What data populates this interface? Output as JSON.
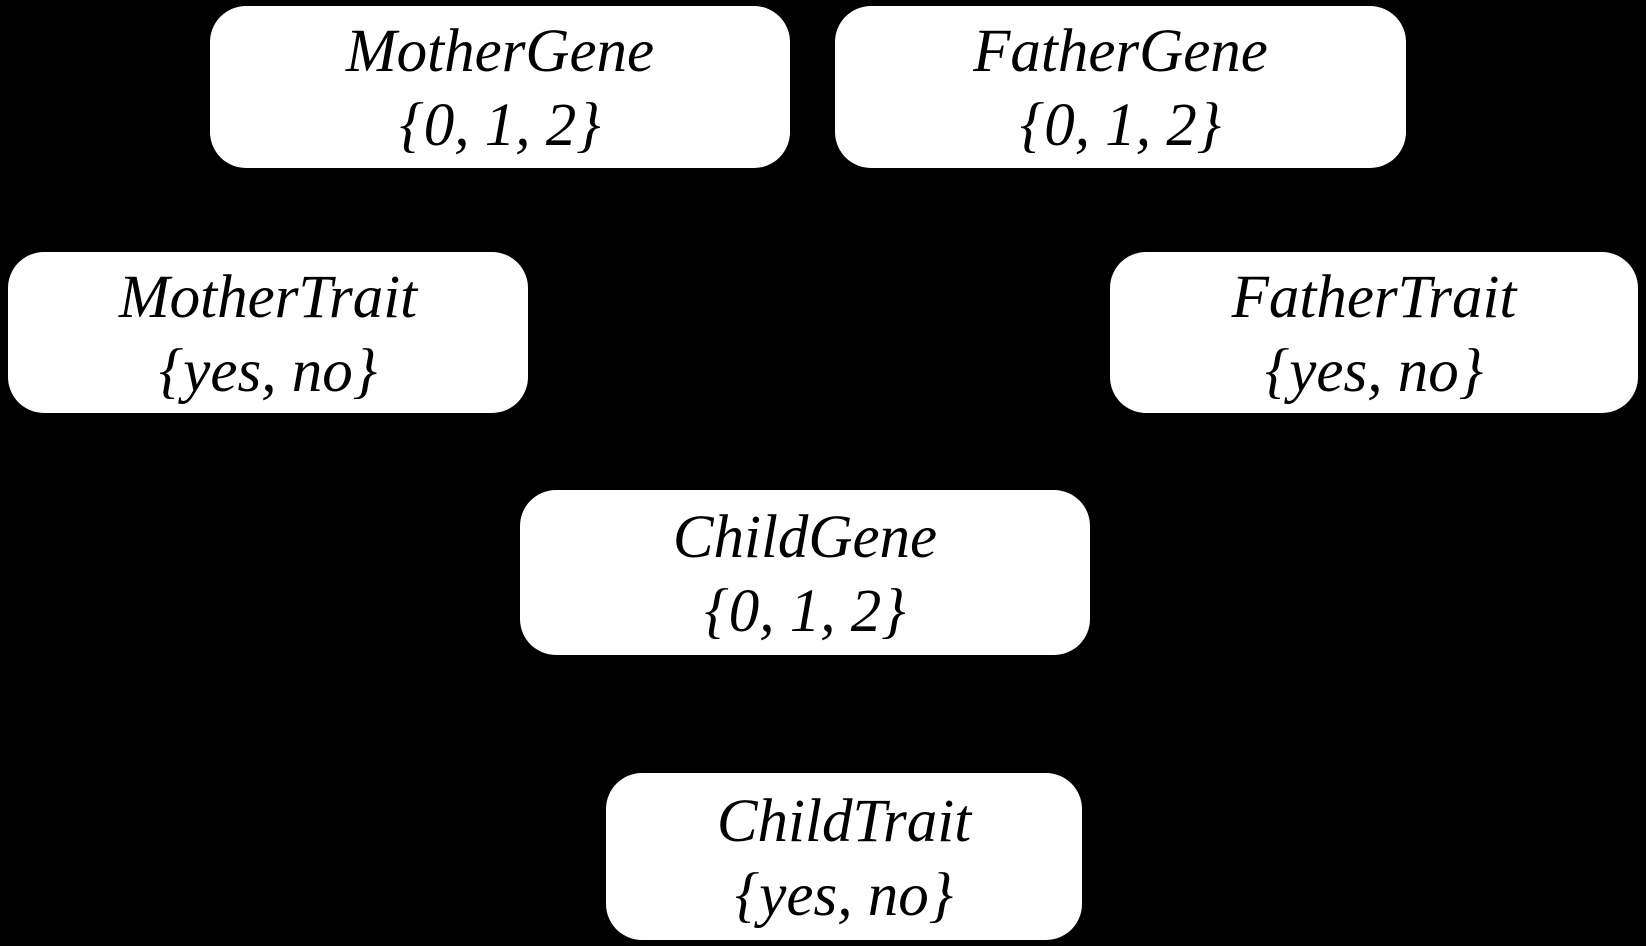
{
  "diagram": {
    "description": "Bayesian network of gene and trait variables",
    "background_color": "#000000",
    "node_style": {
      "fill": "#ffffff",
      "text_color": "#000000"
    },
    "nodes": [
      {
        "id": "mother-gene",
        "title": "MotherGene",
        "values": "{0, 1, 2}"
      },
      {
        "id": "father-gene",
        "title": "FatherGene",
        "values": "{0, 1, 2}"
      },
      {
        "id": "mother-trait",
        "title": "MotherTrait",
        "values": "{yes, no}"
      },
      {
        "id": "father-trait",
        "title": "FatherTrait",
        "values": "{yes, no}"
      },
      {
        "id": "child-gene",
        "title": "ChildGene",
        "values": "{0, 1, 2}"
      },
      {
        "id": "child-trait",
        "title": "ChildTrait",
        "values": "{yes, no}"
      }
    ]
  }
}
